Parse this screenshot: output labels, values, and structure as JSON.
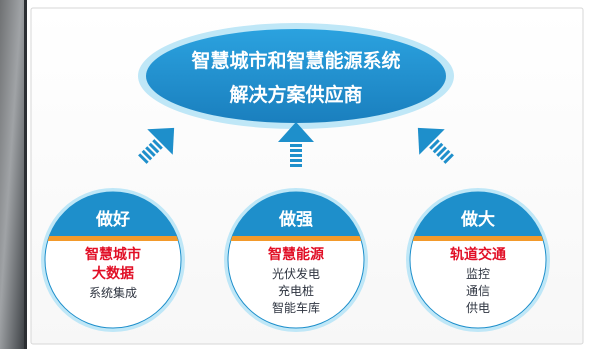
{
  "colors": {
    "blue": "#1E8FCB",
    "blue_light": "#BFE7F7",
    "orange": "#F39A2B",
    "red": "#E10F26",
    "dark_text": "#2E3440",
    "white": "#FFFFFF",
    "frame": "#D7D7D7"
  },
  "banner": {
    "line1": "智慧城市和智慧能源系统",
    "line2": "解决方案供应商"
  },
  "circles": [
    {
      "header": "做好",
      "highlights": [
        "智慧城市",
        "大数据"
      ],
      "items": [
        "系统集成"
      ]
    },
    {
      "header": "做强",
      "highlights": [
        "智慧能源"
      ],
      "items": [
        "光伏发电",
        "充电桩",
        "智能车库"
      ]
    },
    {
      "header": "做大",
      "highlights": [
        "轨道交通"
      ],
      "items": [
        "监控",
        "通信",
        "供电"
      ]
    }
  ],
  "icons": {
    "arrows": [
      "up-right-arrow-icon",
      "up-arrow-icon",
      "up-left-arrow-icon"
    ]
  }
}
